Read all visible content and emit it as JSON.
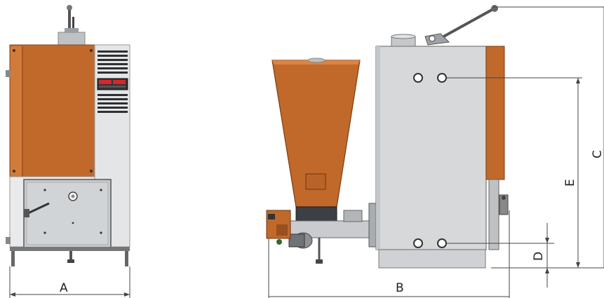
{
  "dimension_labels": {
    "A": "A",
    "B": "B",
    "C": "C",
    "D": "D",
    "E": "E"
  },
  "colors": {
    "copper": "#c0692b",
    "copper_dark": "#9a4f1d",
    "steel": "#d6d8da",
    "steel_dark": "#a9adb1",
    "panel": "#e9eaeb",
    "dark": "#2d2f33",
    "dimension_line": "#444444",
    "display_red": "#d8262c"
  }
}
